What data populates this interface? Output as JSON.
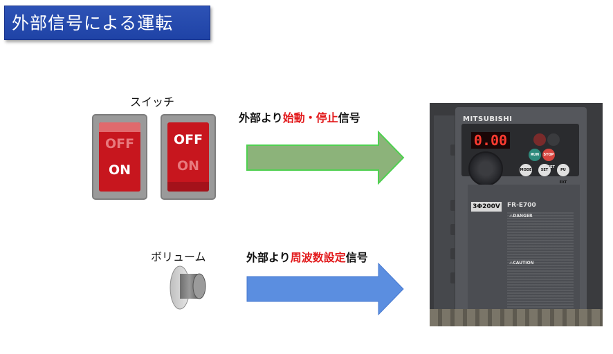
{
  "title": "外部信号による運転",
  "switch_section": {
    "label": "スイッチ",
    "switch1": {
      "off": "OFF",
      "on": "ON"
    },
    "switch2": {
      "off": "OFF",
      "on": "ON"
    }
  },
  "volume_section": {
    "label": "ボリューム"
  },
  "arrow_start_stop": {
    "prefix": "外部より",
    "highlight": "始動・停止",
    "suffix": "信号",
    "color": "#8cb37a",
    "outline": "#4fd050"
  },
  "arrow_frequency": {
    "prefix": "外部より",
    "highlight": "周波数設定",
    "suffix": "信号",
    "color": "#5b8ee0",
    "outline": "#5b8ee0"
  },
  "highlight_color": "#e2191b",
  "inverter_photo": {
    "brand": "MITSUBISHI",
    "display": "0.00",
    "buttons": [
      "RUN",
      "STOP RESET",
      "MODE",
      "SET",
      "PU EXT"
    ],
    "voltage": "3Φ200V",
    "model": "FR-E700",
    "warning": "⚠DANGER",
    "caution": "⚠CAUTION"
  }
}
